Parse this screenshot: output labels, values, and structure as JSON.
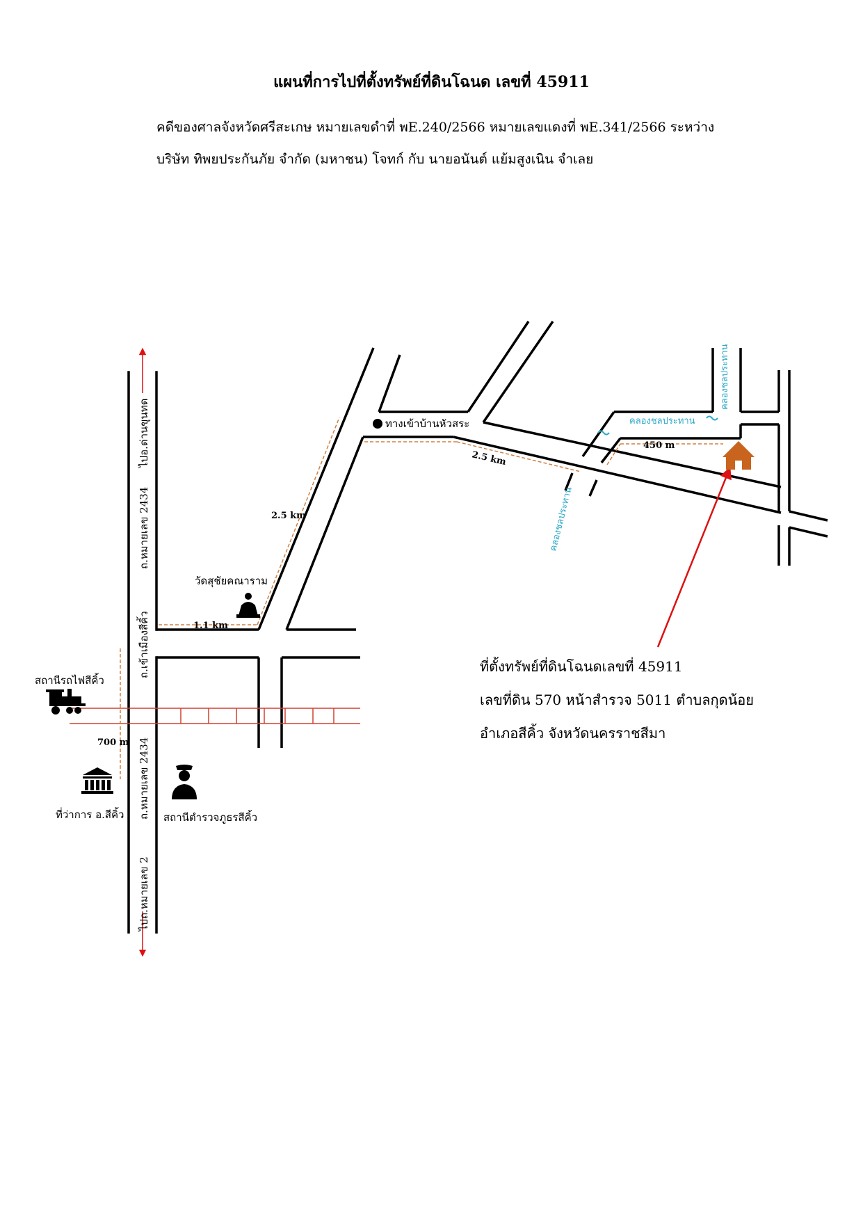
{
  "header": {
    "title": "แผนที่การไปที่ตั้งทรัพย์ที่ดินโฉนด เลขที่ 45911",
    "case_line1": "คดีของศาลจังหวัดศรีสะเกษ  หมายเลขดำที่ พE.240/2566   หมายเลขแดงที่ พE.341/2566   ระหว่าง",
    "case_line2": "บริษัท ทิพยประกันภัย จำกัด (มหาชน) โจทก์ กับ นายอนันต์  แย้มสูงเนิน จำเลย"
  },
  "map": {
    "road_to_dan_khun_thot": "ไปอ.ด่านขุนทด",
    "road_2434_north": "ถ.หมายเลข 2434",
    "road_into_sikhio": "ถ.เข้าเมืองสีคิ้ว",
    "road_2434_south": "ถ.หมายเลข 2434",
    "road_to_route_2": "ไปถ.หมายเลข 2",
    "wat_label": "วัดสุชัยคณาราม",
    "dist_1_1": "1.1 km",
    "dist_2_5_a": "2.5 km",
    "dist_2_5_b": "2.5 km",
    "dist_450": "450 m",
    "dist_700": "700 m",
    "village_entrance": "ทางเข้าบ้านหัวสระ",
    "canal_top": "คลองชลประทาน",
    "canal_vertical": "คลองชลประทาน",
    "canal_lower": "คลองชลประทาน",
    "train_station": "สถานีรถไฟสีคิ้ว",
    "district_office": "ที่ว่าการ อ.สีคิ้ว",
    "police_station": "สถานีตำรวจภูธรสีคิ้ว",
    "colors": {
      "road": "#000000",
      "arrow": "#dd1111",
      "distance_line": "#d08040",
      "railway": "#d04030",
      "canal": "#2aa8c8",
      "house": "#c8641e",
      "pointer": "#dd1111"
    },
    "icons": [
      "house-icon",
      "buddha-icon",
      "train-icon",
      "government-building-icon",
      "police-icon",
      "dot-icon",
      "wave-icon"
    ]
  },
  "property": {
    "line1": "ที่ตั้งทรัพย์ที่ดินโฉนดเลขที่ 45911",
    "line2": "เลขที่ดิน 570 หน้าสำรวจ 5011  ตำบลกุดน้อย",
    "line3": "อำเภอสีคิ้ว จังหวัดนครราชสีมา"
  }
}
